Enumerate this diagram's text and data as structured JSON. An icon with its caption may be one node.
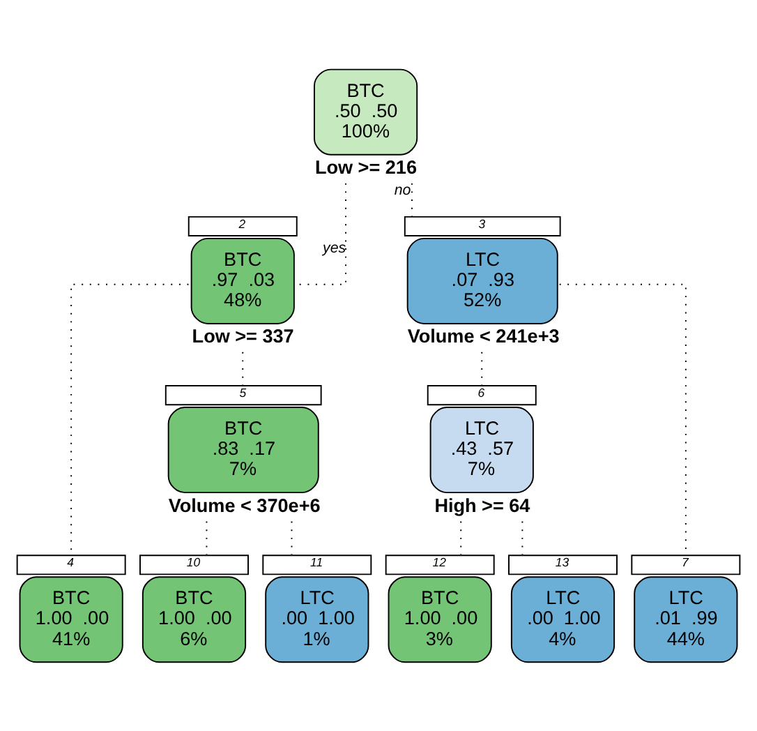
{
  "diagram": {
    "nodes": [
      {
        "text": [
          "BTC",
          ".50  .50",
          "100%"
        ],
        "beside": [
          "Low >= 216"
        ]
      },
      {
        "text": [
          "BTC",
          ".97  .03",
          "48%"
        ],
        "beside": [
          "2",
          "Low >= 337"
        ]
      },
      {
        "text": [
          "LTC",
          ".07  .93",
          "52%"
        ],
        "beside": [
          "3",
          "Volume < 241e+3"
        ]
      },
      {
        "text": [
          "BTC",
          ".83  .17",
          "7%"
        ],
        "beside": [
          "5",
          "Volume < 370e+6"
        ]
      },
      {
        "text": [
          "LTC",
          ".43  .57",
          "7%"
        ],
        "beside": [
          "6",
          "High >= 64"
        ]
      },
      {
        "text": [
          "BTC",
          "1.00  .00",
          "41%"
        ],
        "beside": [
          "4"
        ]
      },
      {
        "text": [
          "BTC",
          "1.00  .00",
          "6%"
        ],
        "beside": [
          "10"
        ]
      },
      {
        "text": [
          "LTC",
          ".00  1.00",
          "1%"
        ],
        "beside": [
          "11"
        ]
      },
      {
        "text": [
          "BTC",
          "1.00  .00",
          "3%"
        ],
        "beside": [
          "12"
        ]
      },
      {
        "text": [
          "LTC",
          ".00  1.00",
          "4%"
        ],
        "beside": [
          "13"
        ]
      },
      {
        "text": [
          "LTC",
          ".01  .99",
          "44%"
        ],
        "beside": [
          "7"
        ]
      }
    ],
    "edges": [
      {
        "from": 0,
        "to": 1,
        "arrow": "none",
        "label": "yes",
        "style": "dashed"
      },
      {
        "from": 0,
        "to": 2,
        "arrow": "none",
        "label": "no",
        "style": "dashed"
      },
      {
        "from": 1,
        "to": 5,
        "arrow": "none",
        "style": "dashed"
      },
      {
        "from": 1,
        "to": 3,
        "arrow": "none",
        "style": "dashed"
      },
      {
        "from": 3,
        "to": 6,
        "arrow": "none",
        "style": "dashed"
      },
      {
        "from": 3,
        "to": 7,
        "arrow": "none",
        "style": "dashed"
      },
      {
        "from": 2,
        "to": 4,
        "arrow": "none",
        "style": "dashed"
      },
      {
        "from": 2,
        "to": 10,
        "arrow": "none",
        "style": "dashed"
      },
      {
        "from": 4,
        "to": 8,
        "arrow": "none",
        "style": "dashed"
      },
      {
        "from": 4,
        "to": 9,
        "arrow": "none",
        "style": "dashed"
      }
    ]
  }
}
